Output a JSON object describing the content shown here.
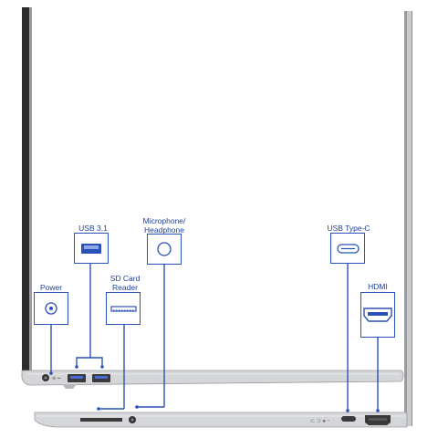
{
  "colors": {
    "callout_blue": "#2b52b8",
    "label_text": "#1f3f99",
    "laptop_silver": "#c9cbce",
    "laptop_edge": "#9a9ca0",
    "screen_bezel": "#2b2b2b",
    "port_dark": "#3a3a3a"
  },
  "labels": {
    "usb31": "USB 3.1",
    "mic_line1": "Microphone/",
    "mic_line2": "Headphone",
    "sd_line1": "SD Card",
    "sd_line2": "Reader",
    "power": "Power",
    "usbc": "USB Type-C",
    "hdmi": "HDMI"
  },
  "icons": {
    "usb31": "usb-a-port-icon",
    "mic": "audio-jack-icon",
    "sd": "sd-card-slot-icon",
    "power": "power-jack-icon",
    "usbc": "usb-c-port-icon",
    "hdmi": "hdmi-port-icon"
  }
}
